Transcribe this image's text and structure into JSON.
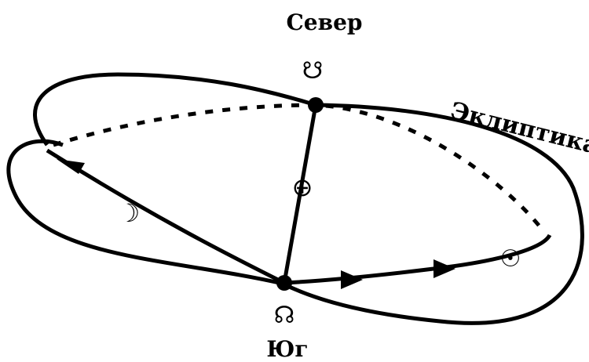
{
  "labels": {
    "north": "Север",
    "south": "Юг",
    "ecliptic": "Эклиптика"
  },
  "symbols": {
    "descending_node": "☋",
    "ascending_node": "☊",
    "earth": "⊕",
    "moon": "☽",
    "sun": "☉"
  },
  "colors": {
    "line": "#000000",
    "background": "#ffffff"
  }
}
